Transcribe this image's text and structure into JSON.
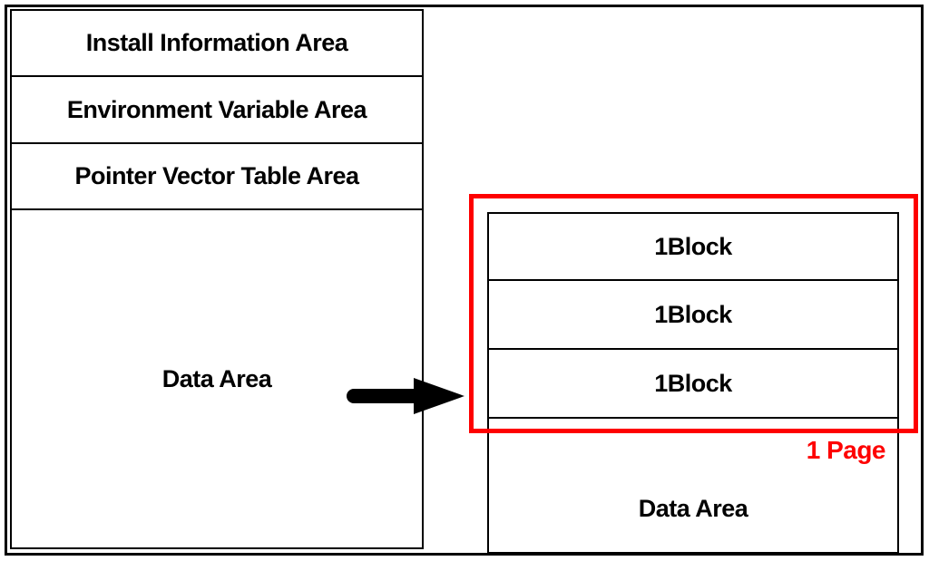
{
  "left_column": {
    "rows": [
      {
        "label": "Install Information Area"
      },
      {
        "label": "Environment Variable Area"
      },
      {
        "label": "Pointer Vector Table Area"
      },
      {
        "label": "Data Area"
      }
    ]
  },
  "right_box": {
    "block_rows": [
      {
        "label": "1Block"
      },
      {
        "label": "1Block"
      },
      {
        "label": "1Block"
      }
    ],
    "data_area_label": "Data Area"
  },
  "annotations": {
    "page_label": "1 Page"
  },
  "icons": {
    "arrow": "right-arrow"
  },
  "colors": {
    "highlight_red": "#fe0000",
    "line_black": "#000000",
    "text_black": "#000000",
    "background": "#ffffff"
  }
}
